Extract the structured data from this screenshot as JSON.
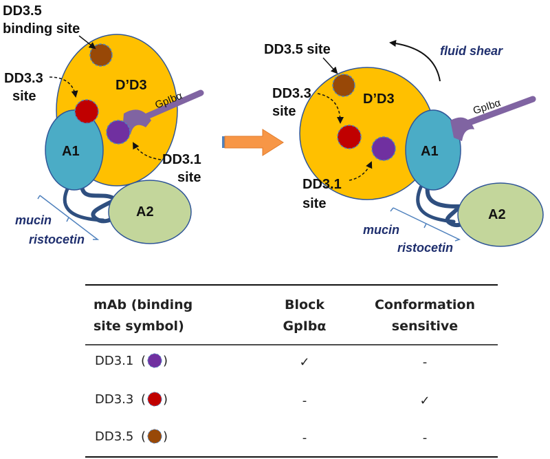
{
  "colors": {
    "dd_domain": "#ffc000",
    "a1_domain": "#4bacc6",
    "a2_domain": "#c3d69b",
    "gpib": "#8064a2",
    "site_purple": "#7030a0",
    "site_red": "#c00000",
    "site_brown": "#984807",
    "arrow": "#f79646",
    "label_blue": "#1f2f6e"
  },
  "left_panel": {
    "dd35_label_line1": "DD3.5",
    "dd35_label_line2": "binding site",
    "dd33_label_line1": "DD3.3",
    "dd33_label_line2": "site",
    "dd31_label_line1": "DD3.1",
    "dd31_label_line2": "site",
    "dd_domain_label": "D’D3",
    "a1_label": "A1",
    "a2_label": "A2",
    "gpib_label": "GpIbα",
    "mucin_label": "mucin",
    "ristocetin_label": "ristocetin"
  },
  "right_panel": {
    "dd35_label": "DD3.5 site",
    "dd33_label_line1": "DD3.3",
    "dd33_label_line2": "site",
    "dd31_label_line1": "DD3.1",
    "dd31_label_line2": "site",
    "dd_domain_label": "D’D3",
    "a1_label": "A1",
    "a2_label": "A2",
    "gpib_label": "GpIbα",
    "mucin_label": "mucin",
    "ristocetin_label": "ristocetin",
    "fluid_shear_label": "fluid shear"
  },
  "table": {
    "header": {
      "col1_line1": "mAb (binding",
      "col1_line2": "site symbol)",
      "col2_line1": "Block",
      "col2_line2": "GpIbα",
      "col3_line1": "Conformation",
      "col3_line2": "sensitive"
    },
    "rows": [
      {
        "mab": "DD3.1",
        "symbol": "purple",
        "block": "✓",
        "conformation": "-"
      },
      {
        "mab": "DD3.3",
        "symbol": "red",
        "block": "-",
        "conformation": "✓"
      },
      {
        "mab": "DD3.5",
        "symbol": "brown",
        "block": "-",
        "conformation": "-"
      }
    ]
  }
}
